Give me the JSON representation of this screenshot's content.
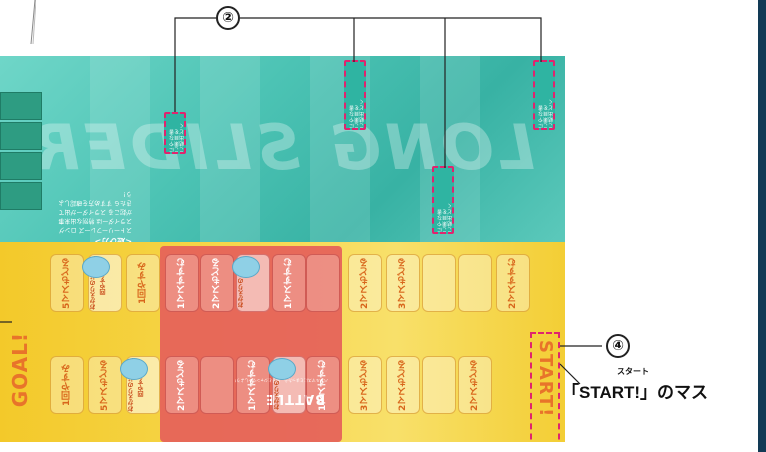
{
  "callouts": {
    "two": "②",
    "four": "④",
    "start_label": "「START!」のマス",
    "start_ruby": "スタート"
  },
  "board": {
    "teal_title": "LONG SLIDER",
    "intro_heading": "<遊び方>",
    "intro_text": "ストーリーフレーズ\nロングスライダーは\n特別な出来事が起こる\nスライダーが出てきたら\nすすめ方を確認しよう！",
    "slot_texts": [
      "ここに結果や\n出目などを書く",
      "ここに結果や\n出目などを書く",
      "ここに結果や\n出目などを書く",
      "ここに結果や\n出目などを書く"
    ],
    "goal": "GOAL!",
    "start": "START!",
    "battle": "BATTLE",
    "battle_note": "バトルマスにとまったら、相手とジャンケンしよう！"
  },
  "cells": {
    "top_left": [
      "5マスもどる",
      "1回やすみ"
    ],
    "top_red": [
      "1マスすすむ",
      "2マスもどる",
      "",
      "1マスすすむ"
    ],
    "top_right": [
      "2マスもどる",
      "3マスもどる",
      "",
      "2マスすすむ"
    ],
    "bottom_left": [
      "1回やすみ",
      "5マスもどる"
    ],
    "bottom_red": [
      "2マスもどる",
      "",
      "1マスすすむ",
      "1マスすすむ"
    ],
    "bottom_right": [
      "3マスもどる",
      "2マスもどる",
      "",
      "2マスもどる"
    ],
    "event": "おかえりのじかん\n1回やすみ",
    "event_red": "おかえりの\nじかん"
  },
  "colors": {
    "teal": "#4cc3b4",
    "yellow": "#f6d64a",
    "red": "#e5605a",
    "dash": "#e0246e",
    "frame": "#123a55"
  }
}
